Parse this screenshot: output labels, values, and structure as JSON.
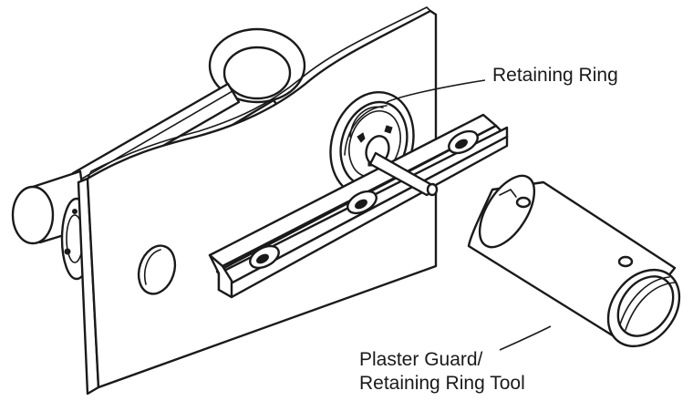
{
  "labels": {
    "retaining_ring": "Retaining Ring",
    "plaster_guard_line1": "Plaster Guard/",
    "plaster_guard_line2": "Retaining Ring Tool"
  }
}
